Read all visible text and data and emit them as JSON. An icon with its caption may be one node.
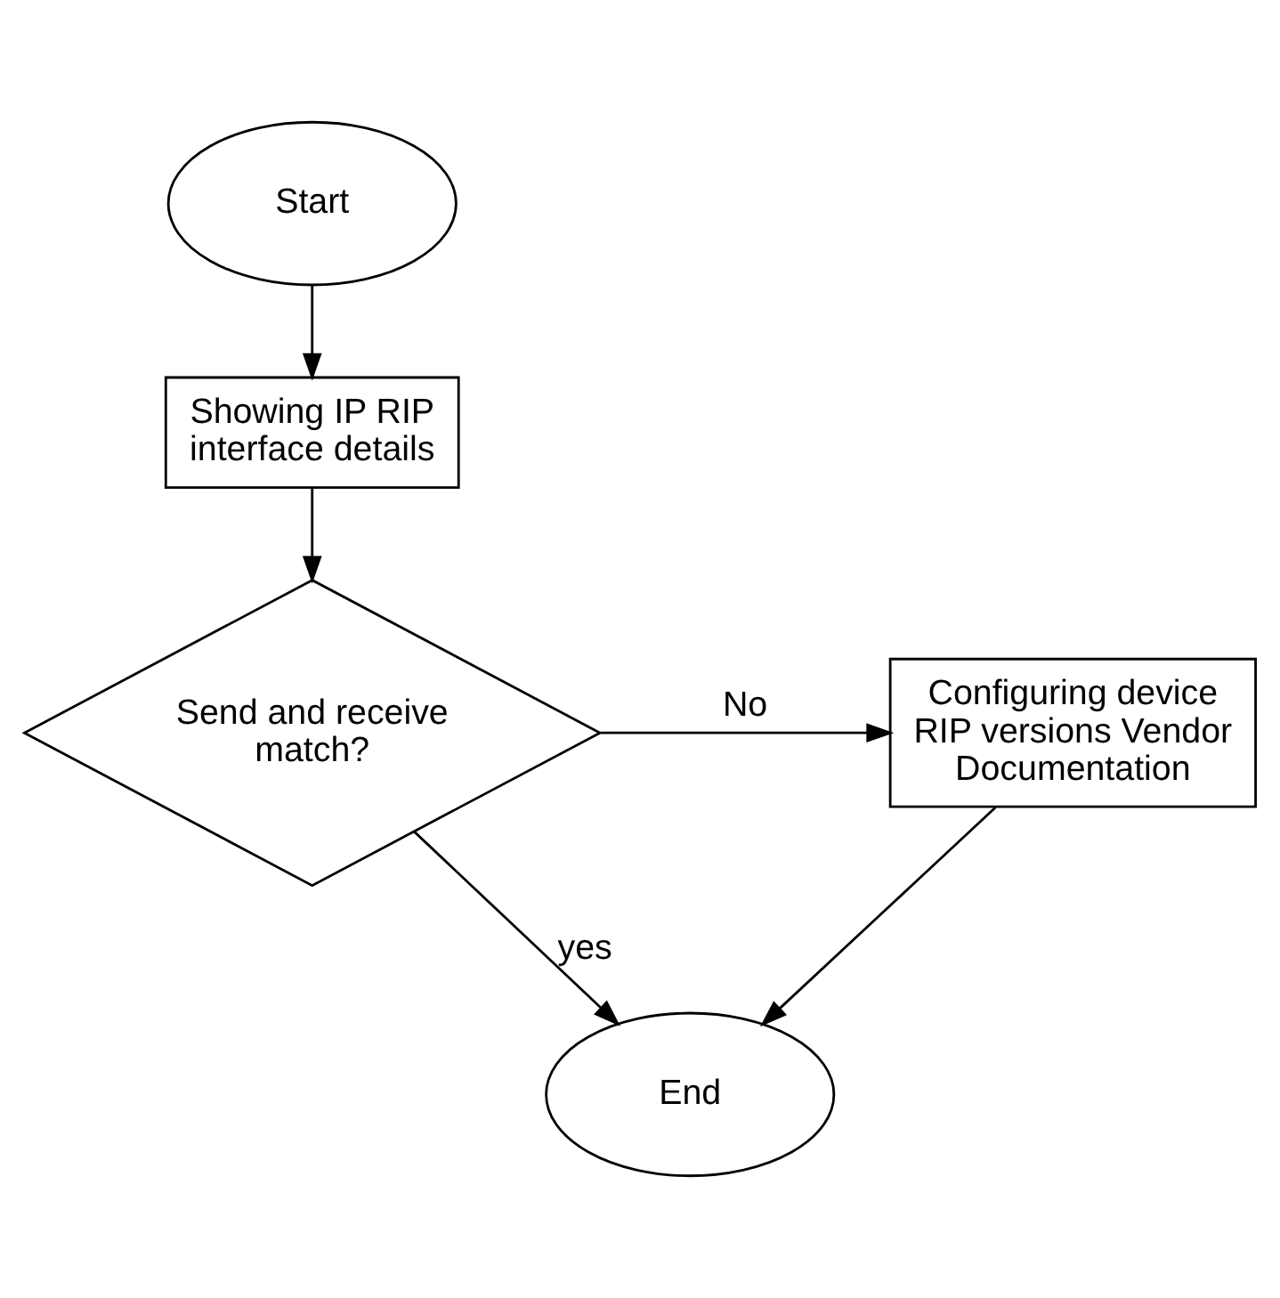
{
  "diagram": {
    "nodes": [
      {
        "text": [
          "Start"
        ]
      },
      {
        "text": [
          "Showing IP RIP interface details"
        ]
      },
      {
        "text": [
          "Send and receive match?"
        ]
      },
      {
        "text": [
          "Configuring device RIP versions Vendor Documentation"
        ]
      },
      {
        "text": [
          "End"
        ]
      }
    ],
    "edges": [
      {
        "from": 0,
        "to": 1,
        "arrow": "to"
      },
      {
        "from": 1,
        "to": 2,
        "arrow": "to"
      },
      {
        "from": 2,
        "to": 3,
        "arrow": "to",
        "label": "No"
      },
      {
        "from": 2,
        "to": 4,
        "arrow": "to",
        "label": "yes"
      },
      {
        "from": 3,
        "to": 4,
        "arrow": "to"
      }
    ]
  }
}
